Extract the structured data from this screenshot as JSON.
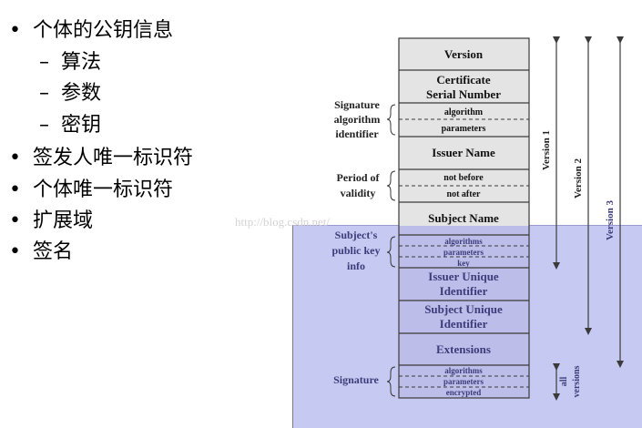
{
  "bullets": [
    {
      "level": 1,
      "text": "个体的公钥信息"
    },
    {
      "level": 2,
      "text": "算法"
    },
    {
      "level": 2,
      "text": "参数"
    },
    {
      "level": 2,
      "text": "密钥"
    },
    {
      "level": 1,
      "text": "签发人唯一标识符"
    },
    {
      "level": 1,
      "text": "个体唯一标识符"
    },
    {
      "level": 1,
      "text": "扩展域"
    },
    {
      "level": 1,
      "text": "签名"
    }
  ],
  "symbols": {
    "bullet": "•",
    "dash": "–"
  },
  "watermark": "http://blog.csdn.net/",
  "fields": {
    "version": "Version",
    "serial_1": "Certificate",
    "serial_2": "Serial Number",
    "sig_algorithm": "algorithm",
    "sig_parameters": "parameters",
    "issuer_name": "Issuer Name",
    "not_before": "not before",
    "not_after": "not after",
    "subject_name": "Subject Name",
    "pk_algorithms": "algorithms",
    "pk_parameters": "parameters",
    "pk_key": "key",
    "issuer_uid_1": "Issuer Unique",
    "issuer_uid_2": "Identifier",
    "subject_uid_1": "Subject Unique",
    "subject_uid_2": "Identifier",
    "extensions": "Extensions",
    "s_algorithms": "algorithms",
    "s_parameters": "parameters",
    "s_encrypted": "encrypted"
  },
  "side_labels": {
    "sig_alg_1": "Signature",
    "sig_alg_2": "algorithm",
    "sig_alg_3": "identifier",
    "validity_1": "Period of",
    "validity_2": "validity",
    "subject_pk_1": "Subject's",
    "subject_pk_2": "public key",
    "subject_pk_3": "info",
    "signature": "Signature"
  },
  "versions": {
    "v1": "Version 1",
    "v2": "Version 2",
    "v3": "Version 3",
    "all_1": "all",
    "all_2": "versions"
  },
  "colors": {
    "cell_light": "#e4e4e4",
    "cell_dark": "#bcbde8",
    "overlay": "#c6c9f2",
    "line": "#3a3a3a"
  }
}
